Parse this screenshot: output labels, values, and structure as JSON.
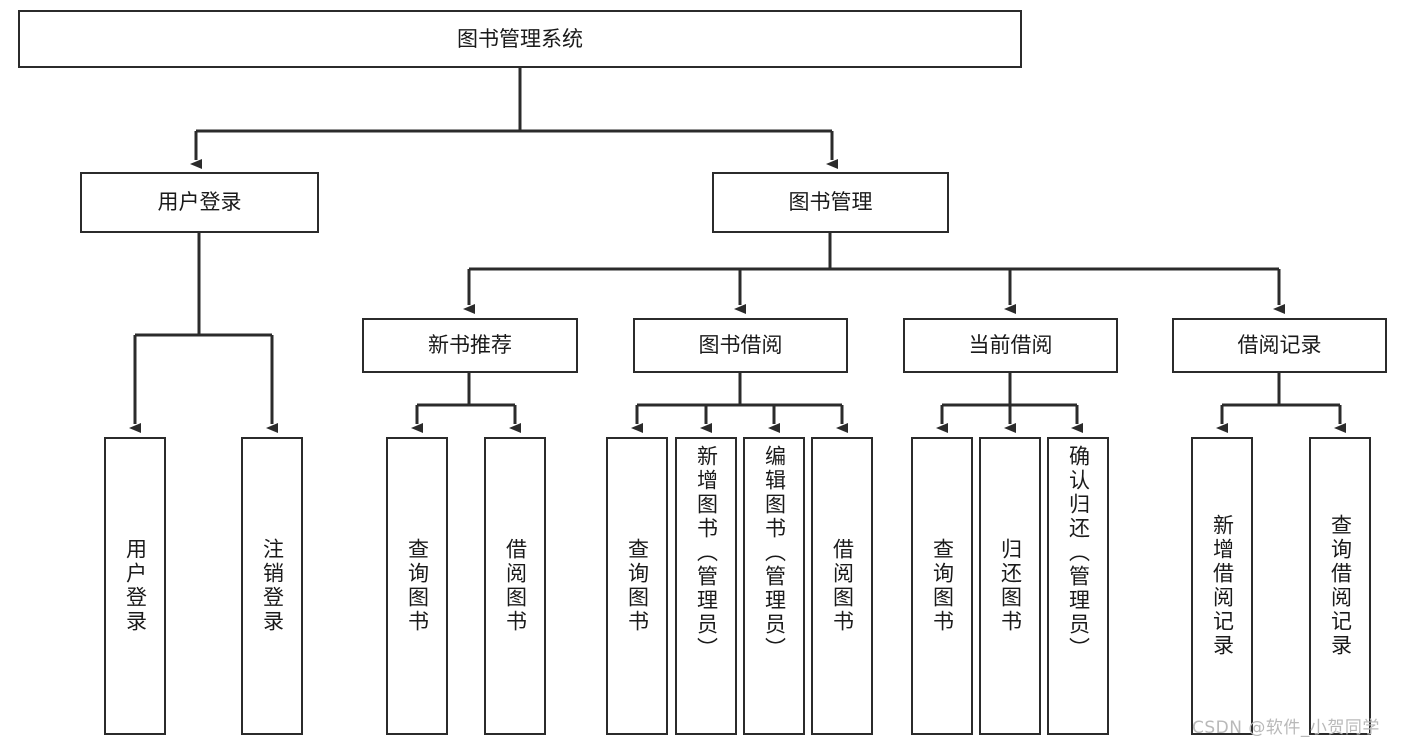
{
  "diagram": {
    "title": "图书管理系统",
    "type": "tree-hierarchy-diagram",
    "colors": {
      "border": "#2b2b2b",
      "background": "#ffffff",
      "text": "#1a1a1a",
      "watermark": "#b9b9b9"
    },
    "root": {
      "label": "图书管理系统"
    },
    "level2": [
      {
        "label": "用户登录"
      },
      {
        "label": "图书管理"
      }
    ],
    "level3": [
      {
        "label": "新书推荐"
      },
      {
        "label": "图书借阅"
      },
      {
        "label": "当前借阅"
      },
      {
        "label": "借阅记录"
      }
    ],
    "leaves": {
      "user_login": [
        {
          "label": "用户登录"
        },
        {
          "label": "注销登录"
        }
      ],
      "new_book_recommend": [
        {
          "label": "查询图书"
        },
        {
          "label": "借阅图书"
        }
      ],
      "book_borrow": [
        {
          "label": "查询图书"
        },
        {
          "label": "新增图书（管理员）"
        },
        {
          "label": "编辑图书（管理员）"
        },
        {
          "label": "借阅图书"
        }
      ],
      "current_borrow": [
        {
          "label": "查询图书"
        },
        {
          "label": "归还图书"
        },
        {
          "label": "确认归还（管理员）"
        }
      ],
      "borrow_record": [
        {
          "label": "新增借阅记录"
        },
        {
          "label": "查询借阅记录"
        }
      ]
    },
    "watermark": "CSDN @软件_小贺同学"
  }
}
